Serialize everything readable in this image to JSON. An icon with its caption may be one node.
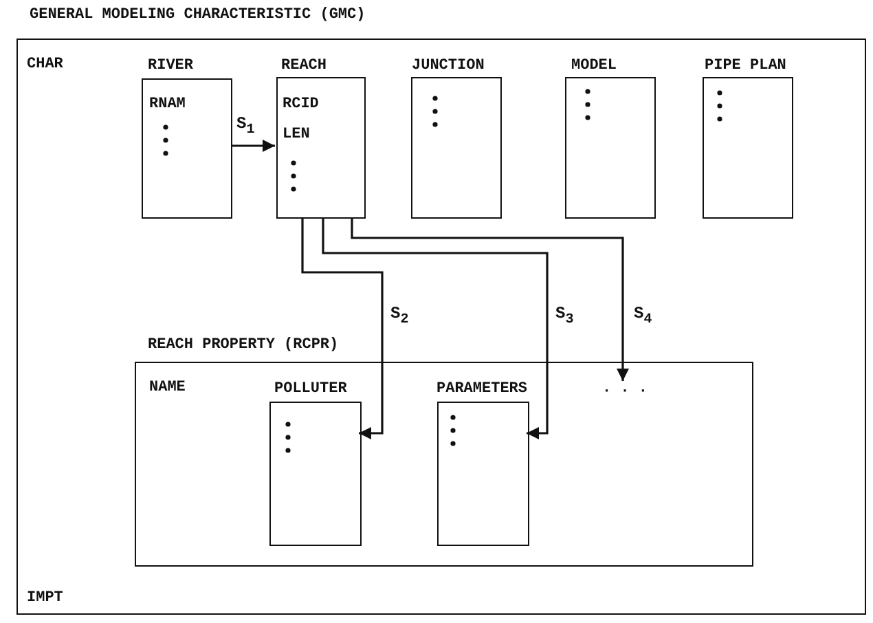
{
  "diagram": {
    "nodes": [
      {
        "text": [
          "GENERAL MODELING CHARACTERISTIC (GMC)",
          "CHAR",
          "IMPT"
        ]
      },
      {
        "text": [
          "RIVER",
          "RNAM"
        ],
        "in": 0
      },
      {
        "text": [
          "REACH",
          "RCID",
          "LEN"
        ],
        "in": 0
      },
      {
        "text": [
          "JUNCTION"
        ],
        "in": 0
      },
      {
        "text": [
          "MODEL"
        ],
        "in": 0
      },
      {
        "text": [
          "PIPE PLAN"
        ],
        "in": 0
      },
      {
        "text": [
          "REACH PROPERTY (RCPR)",
          "NAME"
        ],
        "in": 0
      },
      {
        "text": [
          "POLLUTER"
        ],
        "in": 6
      },
      {
        "text": [
          "PARAMETERS"
        ],
        "in": 6
      },
      {
        "text": [
          "· · ·"
        ],
        "in": 6
      }
    ],
    "edges": [
      {
        "from": 1,
        "to": 2,
        "arrow": "to",
        "label": "S$_{1}$"
      },
      {
        "from": 2,
        "to": 7,
        "arrow": "to",
        "label": "S$_{2}$"
      },
      {
        "from": 2,
        "to": 8,
        "arrow": "to",
        "label": "S$_{3}$"
      },
      {
        "from": 2,
        "to": 9,
        "arrow": "to",
        "label": "S$_{4}$"
      }
    ]
  }
}
